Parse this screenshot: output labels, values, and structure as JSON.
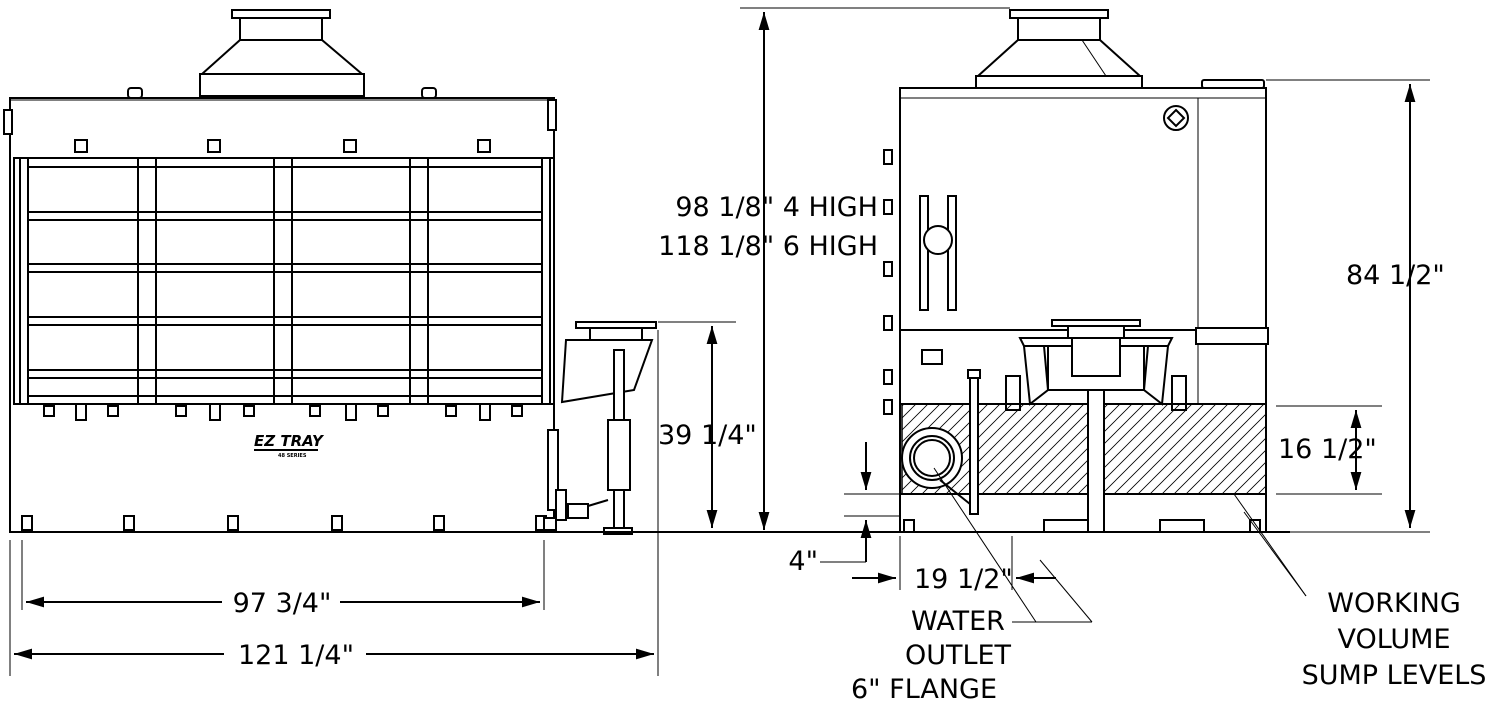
{
  "labels": {
    "height_tall": "98 1/8\" 4 HIGH",
    "height_taller": "118 1/8\" 6 HIGH",
    "side_height": "84 1/2\"",
    "inlet_height": "39 1/4\"",
    "sump_level": "16 1/2\"",
    "base_height": "4\"",
    "outlet_offset": "19 1/2\"",
    "outlet_line1": "WATER",
    "outlet_line2": "OUTLET",
    "outlet_line3": "6\" FLANGE",
    "sump_line1": "WORKING",
    "sump_line2": "VOLUME",
    "sump_line3": "SUMP LEVELS",
    "width_inner": "97 3/4\"",
    "width_outer": "121 1/4\""
  },
  "logo": {
    "brand": "EZ TRAY",
    "series": "48 SERIES"
  }
}
